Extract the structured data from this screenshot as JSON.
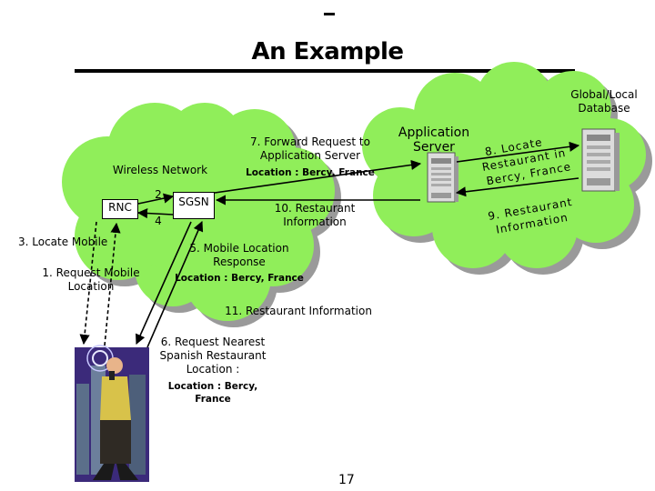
{
  "slide": {
    "title_dash": "–",
    "title": "An Example",
    "page_number": "17"
  },
  "labels": {
    "global_db": [
      "Global/Local",
      "Database"
    ],
    "app_server": [
      "Application",
      "Server"
    ],
    "wireless_network": "Wireless Network",
    "rnc": "RNC",
    "sgsn": "SGSN",
    "num_2": "2",
    "num_4": "4",
    "step1": [
      "1. Request Mobile",
      "Location"
    ],
    "step3": "3. Locate Mobile",
    "step5": [
      "5. Mobile Location",
      "Response"
    ],
    "step5_loc": "Location : Bercy, France",
    "step6": [
      "6. Request Nearest",
      "Spanish Restaurant",
      "Location :"
    ],
    "step6_loc": [
      "Location : Bercy,",
      "France"
    ],
    "step7": [
      "7. Forward Request to",
      "Application Server"
    ],
    "step7_loc": "Location : Bercy, France",
    "step8": [
      "8. Locate",
      "Restaurant in",
      "Bercy, France"
    ],
    "step9": [
      "9. Restaurant",
      "Information"
    ],
    "step10": [
      "10. Restaurant",
      "Information"
    ],
    "step11": "11. Restaurant Information"
  },
  "colors": {
    "cloud_fill": "#90ee5a",
    "cloud_shadow": "#9a9a9a",
    "server_body": "#dcdcdc"
  },
  "icons": [
    "mobile-user-icon",
    "application-server-icon",
    "database-server-icon"
  ]
}
